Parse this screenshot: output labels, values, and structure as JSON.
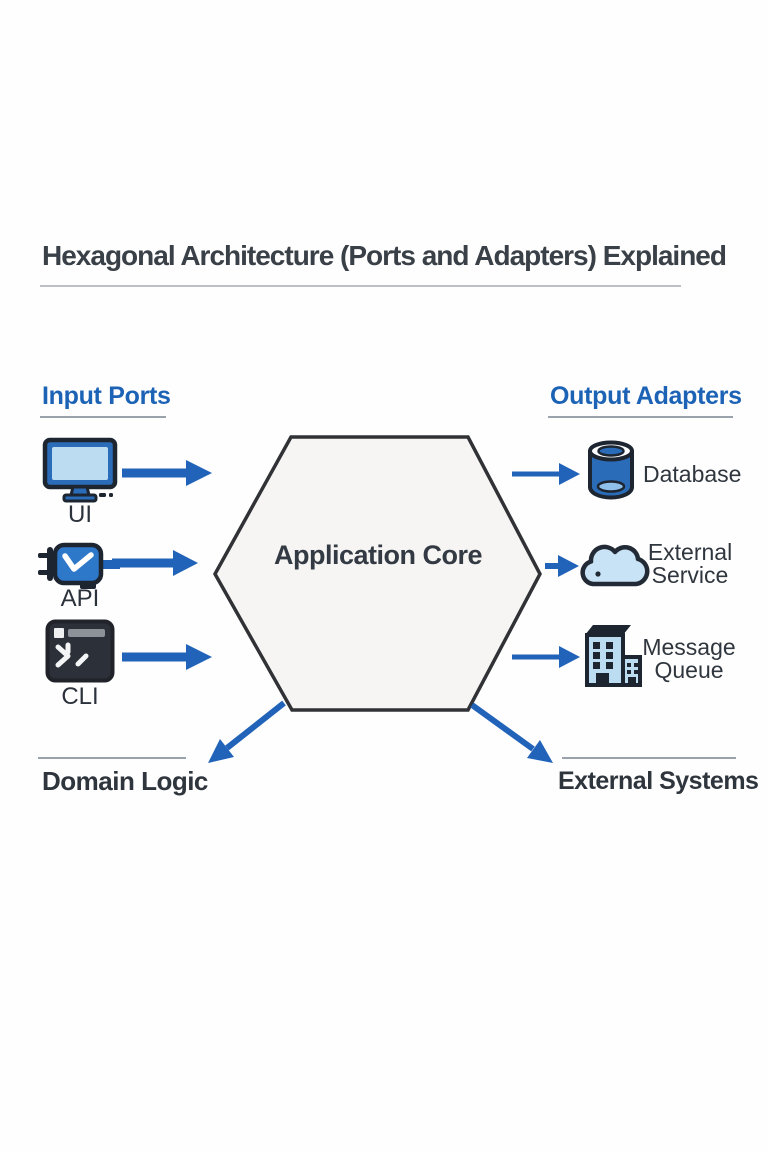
{
  "title": "Hexagonal Architecture (Ports and Adapters) Explained",
  "input_ports": {
    "heading": "Input Ports",
    "items": [
      {
        "label": "UI",
        "icon": "monitor-icon"
      },
      {
        "label": "API",
        "icon": "plug-icon"
      },
      {
        "label": "CLI",
        "icon": "terminal-icon"
      }
    ]
  },
  "output_adapters": {
    "heading": "Output Adapters",
    "items": [
      {
        "label": "Database",
        "icon": "database-cylinder-icon"
      },
      {
        "label": "External Service",
        "icon": "cloud-icon"
      },
      {
        "label": "Message Queue",
        "icon": "buildings-icon"
      }
    ]
  },
  "core": {
    "label": "Application Core"
  },
  "footer": {
    "left_label": "Domain Logic",
    "right_label": "External Systems"
  },
  "colors": {
    "heading_blue": "#1c63b6",
    "arrow_blue": "#2263ba",
    "title_text": "#3a4047",
    "label_text": "#30363e",
    "hexagon_fill": "#f6f5f3",
    "hexagon_border": "#303236",
    "icon_dark_navy": "#1d2531",
    "icon_blue": "#2b6cb8",
    "icon_light_blue": "#bcdcf2",
    "cloud_light_blue": "#c8e3f5",
    "divider_gray": "#9aa2ab"
  }
}
